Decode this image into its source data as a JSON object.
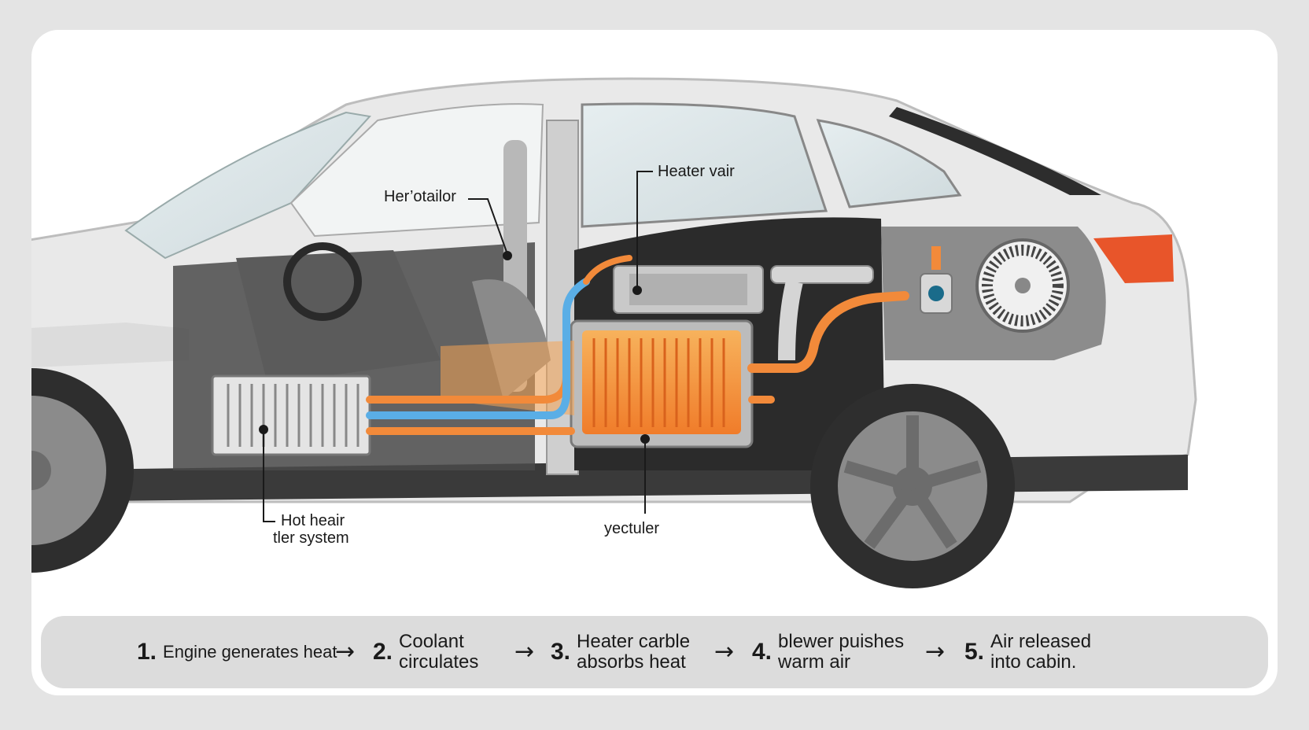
{
  "callouts": {
    "heater_vair": "Heater vair",
    "her_otailor": "Her’otailor",
    "hot_heair": "Hot heair",
    "her_system": "tler system",
    "yectuler": "yectuler"
  },
  "steps": [
    {
      "num": "1.",
      "text": "Engine generates heat"
    },
    {
      "num": "2.",
      "text": "Coolant\ncirculates"
    },
    {
      "num": "3.",
      "text": "Heater carble\nabsorbs heat"
    },
    {
      "num": "4.",
      "text": "blewer puishes\nwarm air"
    },
    {
      "num": "5.",
      "text": "Air released\ninto cabin."
    }
  ],
  "arrow_glyph": "→",
  "colors": {
    "coolant_hot": "#f28a3a",
    "coolant_cold": "#5aaee6",
    "heater_core": "#f59a3c",
    "tail_light": "#e8552a"
  }
}
